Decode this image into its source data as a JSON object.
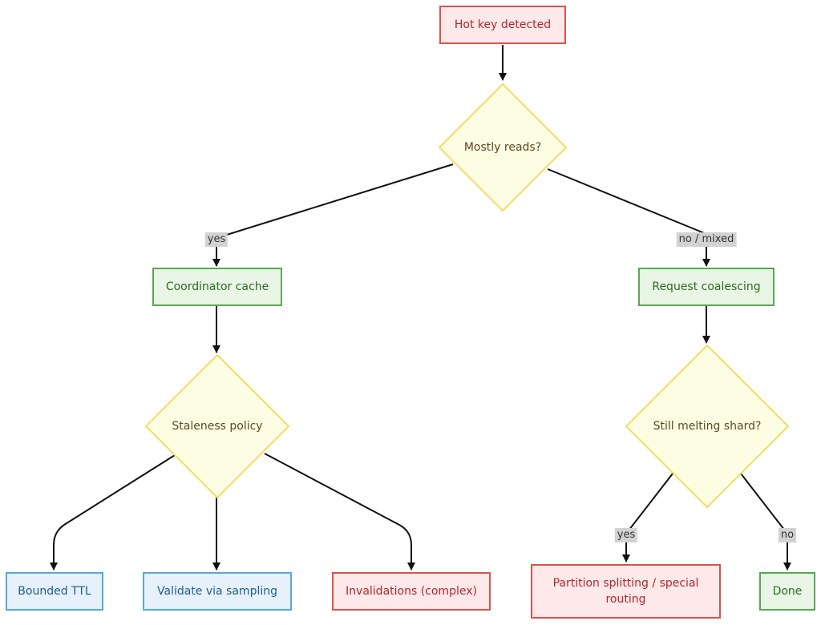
{
  "nodes": {
    "hot_key": "Hot key detected",
    "mostly_reads": "Mostly reads?",
    "coordinator_cache": "Coordinator cache",
    "request_coalescing": "Request coalescing",
    "staleness_policy": "Staleness policy",
    "still_melting": "Still melting shard?",
    "bounded_ttl": "Bounded TTL",
    "validate_sampling": "Validate via sampling",
    "invalidations": "Invalidations (complex)",
    "partition_splitting": "Partition splitting / special routing",
    "done": "Done"
  },
  "edge_labels": {
    "yes_left": "yes",
    "no_mixed": "no / mixed",
    "yes_right": "yes",
    "no_right": "no"
  },
  "colors": {
    "red_fill": "#fde8ea",
    "red_stroke": "#d9534f",
    "green_fill": "#e9f5e5",
    "green_stroke": "#5aa852",
    "blue_fill": "#e6f1fb",
    "blue_stroke": "#58a7e0",
    "decision_fill": "#fdfde3",
    "decision_stroke": "#f0de62"
  }
}
